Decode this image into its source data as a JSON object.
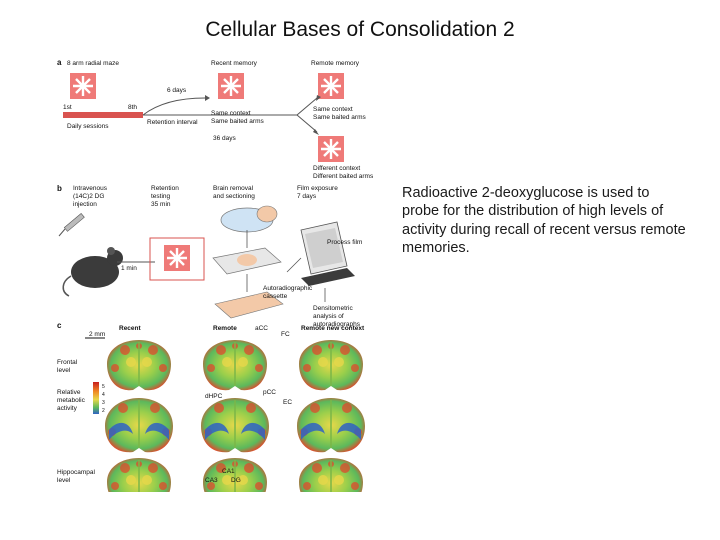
{
  "slide": {
    "title": "Cellular Bases of Consolidation 2",
    "caption": "Radioactive 2-deoxyglucose is used to probe for the distribution of high levels of activity during recall of recent versus remote memories."
  },
  "figure": {
    "panel_a": {
      "letter": "a",
      "maze_label": "8 arm radial maze",
      "recent_label": "Recent memory",
      "remote_label": "Remote memory",
      "first": "1st",
      "eighth": "8th",
      "daily_sessions": "Daily sessions",
      "six_days": "6 days",
      "retention_interval": "Retention interval",
      "same_context_1": "Same context",
      "same_baited_1": "Same baited arms",
      "same_context_2": "Same context",
      "same_baited_2": "Same baited arms",
      "thirtysix_days": "36 days",
      "different_context": "Different context",
      "different_baited": "Different baited arms"
    },
    "panel_b": {
      "letter": "b",
      "intravenous_1": "Intravenous",
      "intravenous_2": "(14C)2 DG",
      "intravenous_3": "injection",
      "retention_1": "Retention",
      "retention_2": "testing",
      "retention_3": "35 min",
      "brain_1": "Brain removal",
      "brain_2": "and sectioning",
      "film_1": "Film exposure",
      "film_2": "7 days",
      "process_film": "Process film",
      "one_min": "1 min",
      "autorad_1": "Autoradiographic",
      "autorad_2": "cassette",
      "densitometric_1": "Densitometric",
      "densitometric_2": "analysis of",
      "densitometric_3": "autoradiographs"
    },
    "panel_c": {
      "letter": "c",
      "scale_bar": "2 mm",
      "col_recent": "Recent",
      "col_remote": "Remote",
      "col_remote_new": "Remote new context",
      "label_acc": "aCC",
      "label_fc": "FC",
      "row_frontal_1": "Frontal",
      "row_frontal_2": "level",
      "scale_1": "Relative",
      "scale_2": "metabolic",
      "scale_3": "activity",
      "scale_ticks": [
        "5",
        "4",
        "3",
        "2"
      ],
      "label_dhpc": "dHPC",
      "label_pcc": "pCC",
      "label_ec": "EC",
      "row_hippo_1": "Hippocampal",
      "row_hippo_2": "level",
      "label_ca1": "CA1",
      "label_ca3": "CA3",
      "label_dg": "DG"
    }
  },
  "colors": {
    "maze_box": "#ef7a78",
    "daily_bar": "#d9534f",
    "brain_green": "#5cb85c",
    "brain_yellow": "#e8d84a",
    "brain_red": "#e04a2c",
    "brain_blue": "#2f63c4"
  }
}
